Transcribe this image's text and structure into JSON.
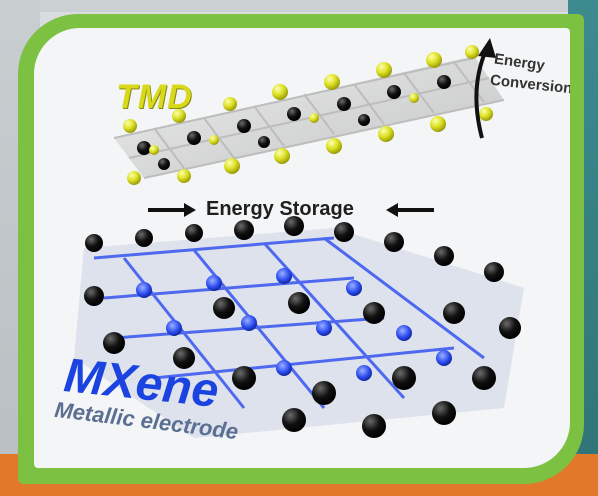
{
  "labels": {
    "tmd": "TMD",
    "energy_conversion_line1": "Energy",
    "energy_conversion_line2": "Conversion",
    "energy_storage": "Energy Storage",
    "mxene": "MXene",
    "mxene_subtitle": "Metallic electrode"
  },
  "colors": {
    "frame_green": "#7cc142",
    "tmd_yellow": "#d9d91c",
    "mxene_blue": "#1b43e0",
    "atom_black": "#111111",
    "atom_yellow": "#e6ea2a",
    "bond_blue": "#2b4cf0"
  },
  "icons": {
    "conversion_arrow": "curved-up-arrow-icon",
    "storage_arrows": "inward-arrows-icon"
  }
}
